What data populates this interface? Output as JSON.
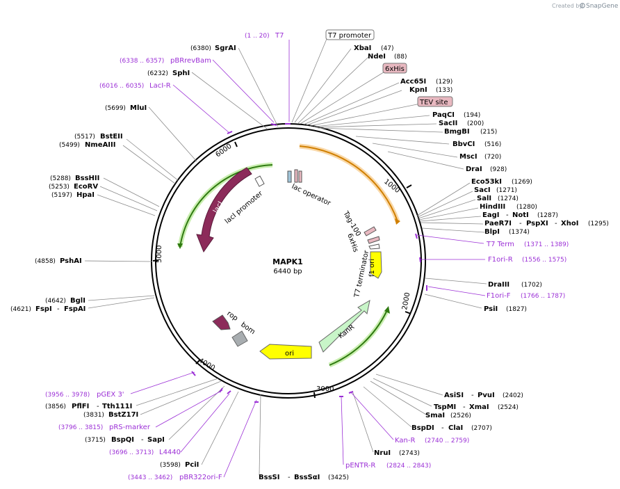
{
  "credit": {
    "prefix": "Created by",
    "brand": "SnapGene"
  },
  "plasmid": {
    "name": "MAPK1",
    "size": "6440 bp"
  },
  "ticks": [
    "1000",
    "2000",
    "3000",
    "4000",
    "5000",
    "6000"
  ],
  "enzymes_top": [
    {
      "name": "SgrAI",
      "pos": "(6380)"
    },
    {
      "name": "SphI",
      "pos": "(6232)"
    },
    {
      "name": "MluI",
      "pos": "(5699)"
    },
    {
      "name": "BstEII",
      "pos": "(5517)"
    },
    {
      "name": "NmeAIII",
      "pos": "(5499)"
    },
    {
      "name": "BssHII",
      "pos": "(5288)"
    },
    {
      "name": "EcoRV",
      "pos": "(5253)"
    },
    {
      "name": "HpaI",
      "pos": "(5197)"
    },
    {
      "name": "PshAI",
      "pos": "(4858)"
    },
    {
      "name": "BglI",
      "pos": "(4642)"
    },
    {
      "name": "FspI",
      "pos": "(4621)",
      "alt": "FspAI"
    },
    {
      "name": "PflFI",
      "pos": "(3856)",
      "alt": "Tth111I"
    },
    {
      "name": "BstZ17I",
      "pos": "(3831)"
    },
    {
      "name": "BspQI",
      "pos": "(3715)",
      "alt": "SapI"
    },
    {
      "name": "PciI",
      "pos": "(3598)"
    },
    {
      "name": "BssSI",
      "pos": "(3425)",
      "alt": "BssSαI"
    }
  ],
  "enzymes_right": [
    {
      "name": "XbaI",
      "pos": "(47)"
    },
    {
      "name": "NdeI",
      "pos": "(88)"
    },
    {
      "name": "Acc65I",
      "pos": "(129)"
    },
    {
      "name": "KpnI",
      "pos": "(133)"
    },
    {
      "name": "PaqCI",
      "pos": "(194)"
    },
    {
      "name": "SacII",
      "pos": "(200)"
    },
    {
      "name": "BmgBI",
      "pos": "(215)"
    },
    {
      "name": "BbvCI",
      "pos": "(516)"
    },
    {
      "name": "MscI",
      "pos": "(720)"
    },
    {
      "name": "DraI",
      "pos": "(928)"
    },
    {
      "name": "Eco53kI",
      "pos": "(1269)"
    },
    {
      "name": "SacI",
      "pos": "(1271)"
    },
    {
      "name": "SalI",
      "pos": "(1274)"
    },
    {
      "name": "HindIII",
      "pos": "(1280)"
    },
    {
      "name": "EagI",
      "alt": "NotI",
      "pos": "(1287)"
    },
    {
      "name": "PaeR7I",
      "alt": "PspXI",
      "alt2": "XhoI",
      "pos": "(1295)"
    },
    {
      "name": "BlpI",
      "pos": "(1374)"
    },
    {
      "name": "DraIII",
      "pos": "(1702)"
    },
    {
      "name": "PsiI",
      "pos": "(1827)"
    },
    {
      "name": "AsiSI",
      "alt": "PvuI",
      "pos": "(2402)"
    },
    {
      "name": "TspMI",
      "alt": "XmaI",
      "pos": "(2524)"
    },
    {
      "name": "SmaI",
      "pos": "(2526)"
    },
    {
      "name": "BspDI",
      "alt": "ClaI",
      "pos": "(2707)"
    },
    {
      "name": "NruI",
      "pos": "(2743)"
    }
  ],
  "primers": [
    {
      "name": "T7",
      "range": "(1 .. 20)"
    },
    {
      "name": "pBRrevBam",
      "range": "(6338 .. 6357)"
    },
    {
      "name": "LacI-R",
      "range": "(6016 .. 6035)"
    },
    {
      "name": "T7 Term",
      "range": "(1371 .. 1389)"
    },
    {
      "name": "F1ori-R",
      "range": "(1556 .. 1575)"
    },
    {
      "name": "F1ori-F",
      "range": "(1766 .. 1787)"
    },
    {
      "name": "Kan-R",
      "range": "(2740 .. 2759)"
    },
    {
      "name": "pENTR-R",
      "range": "(2824 .. 2843)"
    },
    {
      "name": "pGEX 3'",
      "range": "(3956 .. 3978)"
    },
    {
      "name": "pRS-marker",
      "range": "(3796 .. 3815)"
    },
    {
      "name": "L4440",
      "range": "(3696 .. 3713)"
    },
    {
      "name": "pBR322ori-F",
      "range": "(3443 .. 3462)"
    }
  ],
  "feature_tags": [
    "T7 promoter",
    "6xHis",
    "TEV site"
  ],
  "features": {
    "lacI": "lacI",
    "lacI_promoter": "lacI promoter",
    "lac_operator": "lac operator",
    "tag100": "Tag-100",
    "sixhis": "6xHis",
    "t7term": "T7 terminator",
    "f1ori": "f1 ori",
    "kanr": "KanR",
    "ori": "ori",
    "rop": "rop",
    "bom": "bom"
  },
  "colors": {
    "lacI": "#8c2b5a",
    "kanr": "#c8f5c8",
    "f1ori": "#ffff00",
    "ori": "#ffff00",
    "orange_arc": "#f0a030",
    "green_arc": "#3a9a20",
    "primer": "#9b2fd6",
    "tag_fill": "#e8b8c0"
  }
}
